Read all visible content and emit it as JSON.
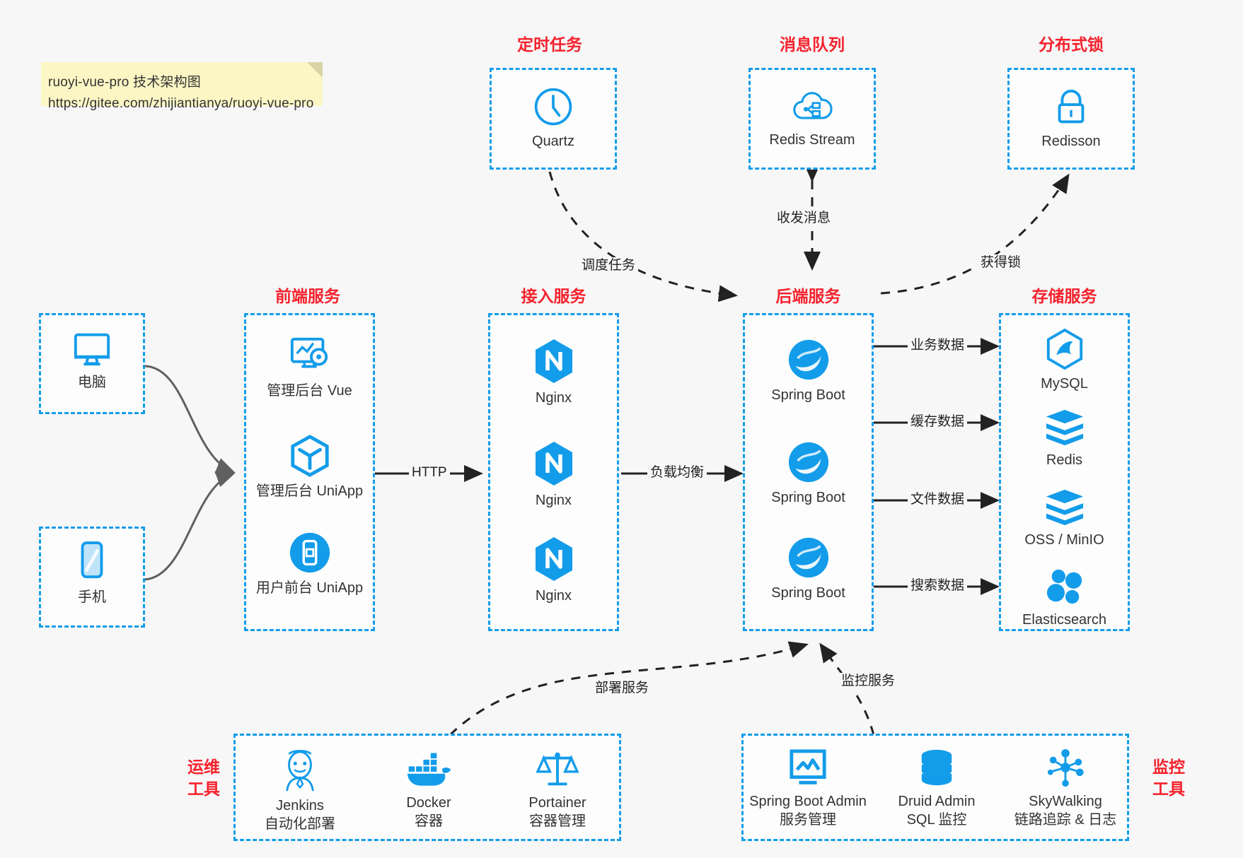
{
  "note": {
    "line1": "ruoyi-vue-pro 技术架构图",
    "line2": "https://gitee.com/zhijiantianya/ruoyi-vue-pro"
  },
  "colors": {
    "accent": "#139cea",
    "group_title": "#f5222d",
    "background": "#f7f7f7",
    "note_bg": "#fbf6c4",
    "edge": "#222222",
    "client_edge": "#555555"
  },
  "groups": {
    "scheduled_task": {
      "title": "定时任务",
      "nodes": [
        {
          "label": "Quartz",
          "icon": "clock-icon"
        }
      ]
    },
    "message_queue": {
      "title": "消息队列",
      "nodes": [
        {
          "label": "Redis Stream",
          "icon": "cloud-stream-icon"
        }
      ]
    },
    "distributed_lock": {
      "title": "分布式锁",
      "nodes": [
        {
          "label": "Redisson",
          "icon": "lock-icon"
        }
      ]
    },
    "clients": {
      "nodes": [
        {
          "label": "电脑",
          "icon": "desktop-icon"
        },
        {
          "label": "手机",
          "icon": "mobile-icon"
        }
      ]
    },
    "frontend": {
      "title": "前端服务",
      "nodes": [
        {
          "label": "管理后台 Vue",
          "icon": "dashboard-gear-icon"
        },
        {
          "label": "管理后台 UniApp",
          "icon": "cube-icon"
        },
        {
          "label": "用户前台 UniApp",
          "icon": "phone-app-icon"
        }
      ]
    },
    "gateway": {
      "title": "接入服务",
      "nodes": [
        {
          "label": "Nginx",
          "icon": "nginx-icon"
        },
        {
          "label": "Nginx",
          "icon": "nginx-icon"
        },
        {
          "label": "Nginx",
          "icon": "nginx-icon"
        }
      ]
    },
    "backend": {
      "title": "后端服务",
      "nodes": [
        {
          "label": "Spring Boot",
          "icon": "spring-icon"
        },
        {
          "label": "Spring Boot",
          "icon": "spring-icon"
        },
        {
          "label": "Spring Boot",
          "icon": "spring-icon"
        }
      ]
    },
    "storage": {
      "title": "存储服务",
      "nodes": [
        {
          "label": "MySQL",
          "icon": "mysql-icon"
        },
        {
          "label": "Redis",
          "icon": "redis-icon"
        },
        {
          "label": "OSS / MinIO",
          "icon": "redis-icon"
        },
        {
          "label": "Elasticsearch",
          "icon": "elasticsearch-icon"
        }
      ]
    },
    "devops": {
      "title": "运维\n工具",
      "title_line1": "运维",
      "title_line2": "工具",
      "nodes": [
        {
          "label": "Jenkins",
          "sub": "自动化部署",
          "icon": "jenkins-icon"
        },
        {
          "label": "Docker",
          "sub": "容器",
          "icon": "docker-icon"
        },
        {
          "label": "Portainer",
          "sub": "容器管理",
          "icon": "scales-icon"
        }
      ]
    },
    "monitoring": {
      "title_line1": "监控",
      "title_line2": "工具",
      "nodes": [
        {
          "label": "Spring Boot Admin",
          "sub": "服务管理",
          "icon": "monitor-chart-icon"
        },
        {
          "label": "Druid Admin",
          "sub": "SQL 监控",
          "icon": "database-icon"
        },
        {
          "label": "SkyWalking",
          "sub": "链路追踪 & 日志",
          "icon": "skywalking-icon"
        }
      ]
    }
  },
  "edges": [
    {
      "id": "schedule-task",
      "label": "调度任务"
    },
    {
      "id": "send-receive-message",
      "label": "收发消息"
    },
    {
      "id": "acquire-lock",
      "label": "获得锁"
    },
    {
      "id": "http",
      "label": "HTTP"
    },
    {
      "id": "load-balance",
      "label": "负载均衡"
    },
    {
      "id": "business-data",
      "label": "业务数据"
    },
    {
      "id": "cache-data",
      "label": "缓存数据"
    },
    {
      "id": "file-data",
      "label": "文件数据"
    },
    {
      "id": "search-data",
      "label": "搜索数据"
    },
    {
      "id": "deploy-service",
      "label": "部署服务"
    },
    {
      "id": "monitor-service",
      "label": "监控服务"
    }
  ]
}
